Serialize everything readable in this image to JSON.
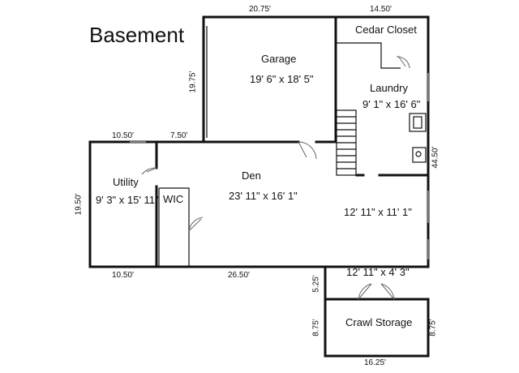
{
  "title": "Basement",
  "rooms": {
    "garage": {
      "name": "Garage",
      "size": "19' 6\" x 18' 5\""
    },
    "cedar_closet": {
      "name": "Cedar Closet"
    },
    "laundry": {
      "name": "Laundry",
      "size": "9' 1\" x 16' 6\""
    },
    "den": {
      "name": "Den",
      "size": "23' 11\" x 16' 1\""
    },
    "utility": {
      "name": "Utility",
      "size": "9' 3\" x 15' 11\""
    },
    "wic": {
      "name": "WIC"
    },
    "right_room": {
      "size": "12' 11\" x 11' 1\""
    },
    "right_lower": {
      "size": "12' 11\" x 4' 3\""
    },
    "crawl_storage": {
      "name": "Crawl Storage"
    }
  },
  "dimensions": {
    "top_garage": "20.75'",
    "top_right": "14.50'",
    "garage_left": "19.75'",
    "top_utility": "10.50'",
    "top_den_left": "7.50'",
    "right_side": "44.50'",
    "left_side": "19.50'",
    "bottom_utility": "10.50'",
    "bottom_den": "26.50'",
    "step": "5.25'",
    "crawl_left": "8.75'",
    "crawl_right": "8.75'",
    "crawl_bottom": "16.25'"
  }
}
